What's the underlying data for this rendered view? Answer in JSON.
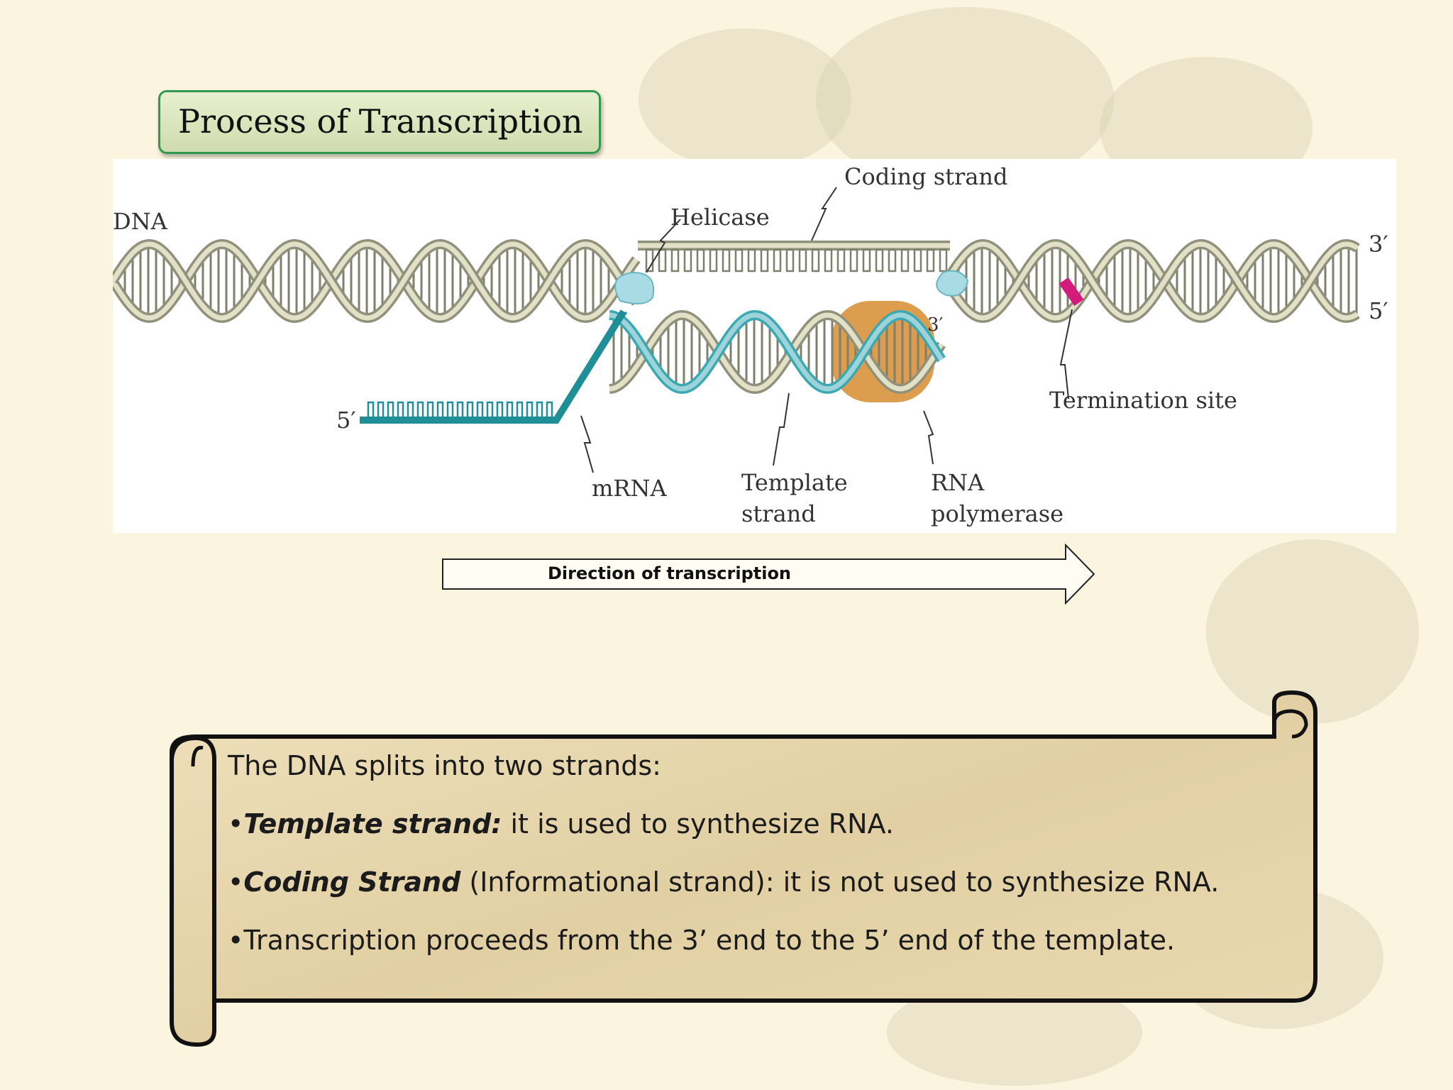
{
  "title": "Process of Transcription",
  "diagram": {
    "labels": {
      "dna": "DNA",
      "coding_strand": "Coding strand",
      "helicase": "Helicase",
      "three_prime_right": "3′",
      "five_prime_right": "5′",
      "three_prime_polymerase": "3′",
      "five_prime_mrna": "5′",
      "termination_site": "Termination site",
      "mrna": "mRNA",
      "template_strand_line1": "Template",
      "template_strand_line2": "strand",
      "rna_polymerase_line1": "RNA",
      "rna_polymerase_line2": "polymerase"
    },
    "colors": {
      "dna_strand": "#8f917a",
      "dna_light": "#e3e0c8",
      "mrna": "#1f8e97",
      "helicase": "#a8dbe3",
      "polymerase": "#d8923c",
      "termination": "#d31b7a"
    }
  },
  "direction_arrow": {
    "label": "Direction of transcription"
  },
  "scroll": {
    "intro": "The DNA splits into two strands:",
    "bullets": [
      {
        "bullet": "•",
        "bold": "Template strand:",
        "rest": " it is used to synthesize RNA."
      },
      {
        "bullet": "•",
        "bold": "Coding Strand",
        "rest": " (Informational strand): it is not used to synthesize RNA."
      },
      {
        "bullet": "•",
        "bold": "",
        "rest": "Transcription proceeds from the 3’ end to the 5’ end of the template."
      }
    ]
  }
}
